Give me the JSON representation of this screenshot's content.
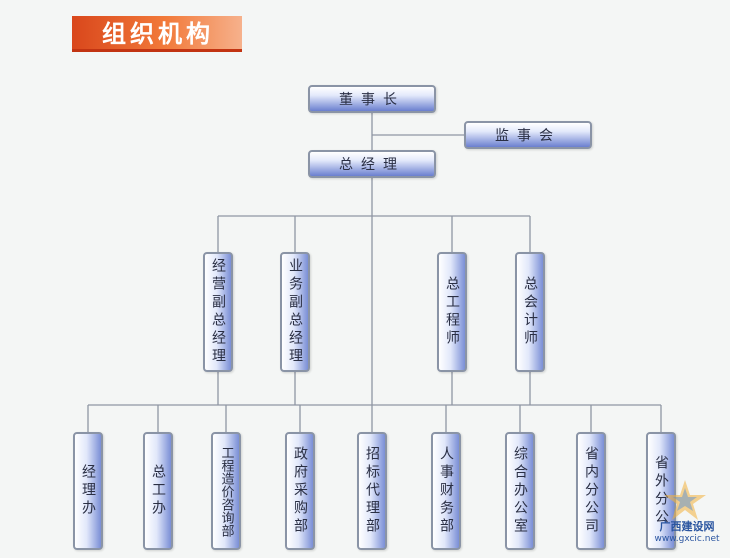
{
  "title": "组织机构",
  "nodes": {
    "chairman": "董事长",
    "supervisory_board": "监事会",
    "general_manager": "总经理",
    "deputy_gm_operations": "经营副总经理",
    "deputy_gm_business": "业务副总经理",
    "chief_engineer": "总工程师",
    "chief_accountant": "总会计师",
    "manager_office": "经理办",
    "chief_engineer_office": "总工办",
    "cost_consulting_dept": "工程造价咨询部",
    "gov_procurement_dept": "政府采购部",
    "tender_agency_dept": "招标代理部",
    "hr_finance_dept": "人事财务部",
    "general_office": "综合办公室",
    "in_province_branch": "省内分公司",
    "out_province_branch": "省外分公"
  },
  "watermark": {
    "line1": "广西建设网",
    "line2": "www.gxcic.net"
  }
}
